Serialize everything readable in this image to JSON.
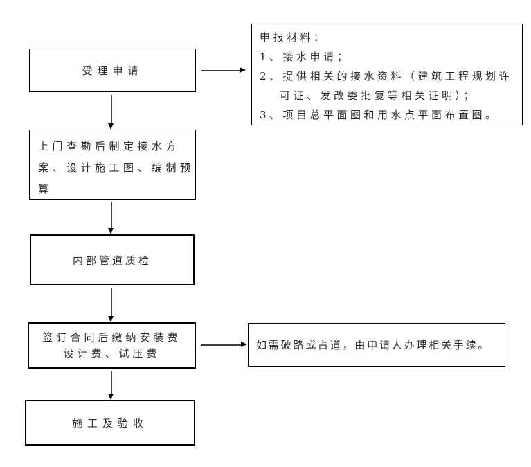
{
  "flowchart": {
    "title": "water-connection-application-process",
    "steps": {
      "step1": {
        "label": "受理申请"
      },
      "step2": {
        "line1": "上门查勘后制定接水方",
        "line2": "案、设计施工图、编制预",
        "line3": "算"
      },
      "step3": {
        "label": "内部管道质检"
      },
      "step4": {
        "line1": "签订合同后缴纳安装费",
        "line2": "设计费、试压费"
      },
      "step5": {
        "label": "施工及验收"
      }
    },
    "notes": {
      "materials": {
        "line1": "申报材料：",
        "line2": "1、接水申请；",
        "line3": "2、提供相关的接水资料（建筑工程规划许",
        "line4": "可证、发改委批复等相关证明）；",
        "line5": "3、项目总平面图和用水点平面布置图。"
      },
      "road_note": {
        "label": "如需破路或占道，由申请人办理相关手续。"
      }
    },
    "colors": {
      "background": "#ffffff",
      "box_border": "#000000",
      "connector_line": "#3f3f3f",
      "text": "#2b2b2b"
    }
  }
}
